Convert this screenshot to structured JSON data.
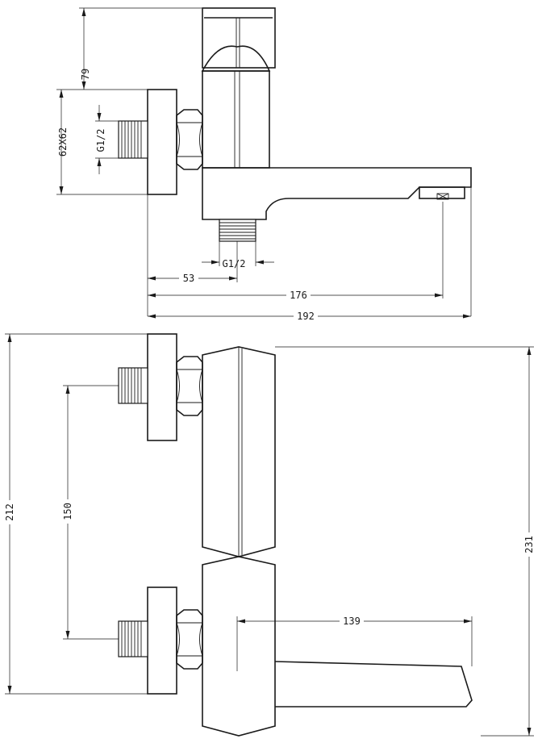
{
  "dimensions": {
    "height_79": "79",
    "flange_62x62": "62X62",
    "thread_left": "G1/2",
    "thread_bottom": "G1/2",
    "offset_53": "53",
    "length_176": "176",
    "length_192": "192",
    "height_212": "212",
    "spacing_150": "150",
    "spout_139": "139",
    "height_231": "231"
  }
}
